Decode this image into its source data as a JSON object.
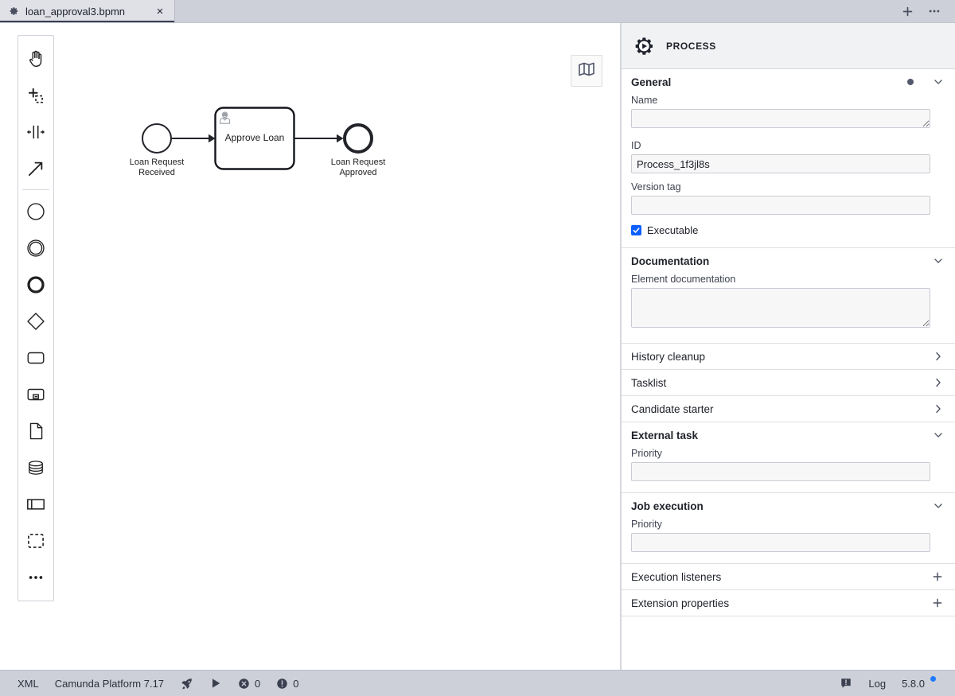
{
  "tabbar": {
    "tabs": [
      {
        "title": "loan_approval3.bpmn",
        "icon": "gear-icon",
        "close": "×",
        "active": true
      }
    ],
    "new_tab_label": "+",
    "more_label": "•••"
  },
  "canvas": {
    "minimap_button": "map-icon",
    "palette": [
      {
        "name": "hand-tool",
        "icon": "hand-icon"
      },
      {
        "name": "lasso-tool",
        "icon": "lasso-icon"
      },
      {
        "name": "space-tool",
        "icon": "space-tool-icon"
      },
      {
        "name": "global-connect-tool",
        "icon": "connect-arrow-icon"
      },
      {
        "name": "create-start-event",
        "icon": "start-event-icon"
      },
      {
        "name": "create-intermediate-event",
        "icon": "intermediate-event-icon"
      },
      {
        "name": "create-end-event",
        "icon": "end-event-icon"
      },
      {
        "name": "create-gateway",
        "icon": "gateway-diamond-icon"
      },
      {
        "name": "create-task",
        "icon": "task-icon"
      },
      {
        "name": "create-subprocess",
        "icon": "subprocess-icon"
      },
      {
        "name": "create-data-object",
        "icon": "data-object-icon"
      },
      {
        "name": "create-data-store",
        "icon": "data-store-icon"
      },
      {
        "name": "create-participant",
        "icon": "participant-pool-icon"
      },
      {
        "name": "create-group",
        "icon": "group-dashed-icon"
      },
      {
        "name": "palette-more",
        "icon": "ellipsis-icon"
      }
    ],
    "diagram": {
      "start_event": {
        "label": "Loan Request\nReceived"
      },
      "task": {
        "label": "Approve Loan",
        "type_icon": "user-task-icon",
        "selected": true
      },
      "end_event": {
        "label": "Loan Request\nApproved"
      }
    }
  },
  "properties": {
    "header": {
      "icon": "process-gear-play-icon",
      "title": "PROCESS"
    },
    "groups": [
      {
        "id": "general",
        "title": "General",
        "expanded": true,
        "dot": true,
        "chevron": "chevron-down",
        "fields": [
          {
            "label": "Name",
            "value": "",
            "type": "textarea"
          },
          {
            "label": "ID",
            "value": "Process_1f3jl8s",
            "type": "text"
          },
          {
            "label": "Version tag",
            "value": "",
            "type": "text"
          }
        ],
        "checkbox": {
          "label": "Executable",
          "checked": true
        }
      },
      {
        "id": "documentation",
        "title": "Documentation",
        "expanded": true,
        "dot": false,
        "chevron": "chevron-down",
        "fields": [
          {
            "label": "Element documentation",
            "value": "",
            "type": "textarea-large"
          }
        ]
      },
      {
        "id": "history-cleanup",
        "title": "History cleanup",
        "expanded": false,
        "chevron": "chevron-right",
        "bold": false
      },
      {
        "id": "tasklist",
        "title": "Tasklist",
        "expanded": false,
        "chevron": "chevron-right",
        "bold": false
      },
      {
        "id": "candidate-starter",
        "title": "Candidate starter",
        "expanded": false,
        "chevron": "chevron-right",
        "bold": false
      },
      {
        "id": "external-task",
        "title": "External task",
        "expanded": true,
        "chevron": "chevron-down",
        "fields": [
          {
            "label": "Priority",
            "value": "",
            "type": "text"
          }
        ]
      },
      {
        "id": "job-execution",
        "title": "Job execution",
        "expanded": true,
        "chevron": "chevron-down",
        "fields": [
          {
            "label": "Priority",
            "value": "",
            "type": "text"
          }
        ]
      },
      {
        "id": "execution-listeners",
        "title": "Execution listeners",
        "expanded": false,
        "action": "plus",
        "bold": false
      },
      {
        "id": "extension-properties",
        "title": "Extension properties",
        "expanded": false,
        "action": "plus",
        "bold": false
      }
    ]
  },
  "statusbar": {
    "xml_label": "XML",
    "engine_label": "Camunda Platform 7.17",
    "deploy_icon": "rocket-icon",
    "run_icon": "play-icon",
    "error_icon": "error-circle-icon",
    "error_count": "0",
    "warning_icon": "warning-circle-icon",
    "warning_count": "0",
    "log_icon": "log-icon",
    "log_label": "Log",
    "version": "5.8.0"
  },
  "colors": {
    "accent": "#0b5fff",
    "chrome": "#cdd0d9",
    "tab_active": "#dfe1e6",
    "panel_header": "#f1f2f4",
    "update_dot": "#1f7aff"
  }
}
